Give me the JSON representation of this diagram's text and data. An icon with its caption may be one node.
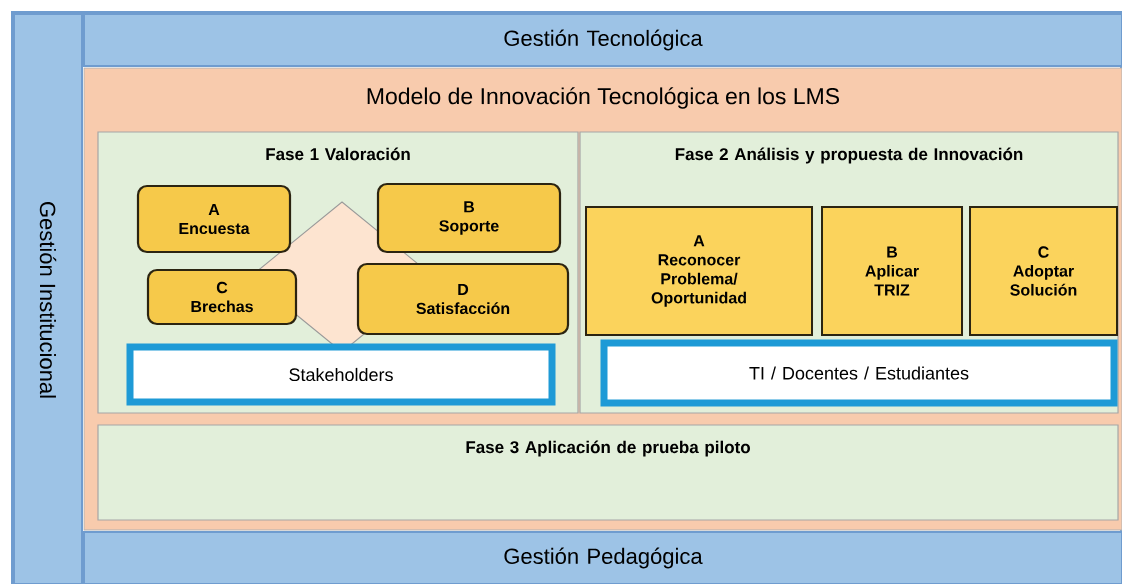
{
  "diagram": {
    "nodes": [
      {
        "text": [
          "Gestión Tecnológica"
        ]
      },
      {
        "text": [
          "Modelo de Innovación Tecnológica en los LMS"
        ]
      },
      {
        "text": [
          "Fase 1 Valoración"
        ],
        "in": 1
      },
      {
        "text": [
          "A",
          "Encuesta"
        ],
        "in": 2
      },
      {
        "text": [
          "B",
          "Soporte"
        ],
        "in": 2
      },
      {
        "text": [
          "C",
          "Brechas"
        ],
        "in": 2
      },
      {
        "text": [
          "D",
          "Satisfacción"
        ],
        "in": 2
      },
      {
        "text": [
          "Stakeholders"
        ],
        "in": 2
      },
      {
        "text": [
          "Fase 2  Análisis y propuesta de Innovación"
        ],
        "in": 1
      },
      {
        "text": [
          "A",
          "Reconocer Problema/ Oportunidad"
        ],
        "in": 8
      },
      {
        "text": [
          "B",
          "Aplicar TRIZ"
        ],
        "in": 8
      },
      {
        "text": [
          "C",
          "Adoptar Solución"
        ],
        "in": 8
      },
      {
        "text": [
          "TI  / Docentes   / Estudiantes"
        ],
        "in": 8
      },
      {
        "text": [
          "Fase 3 Aplicación de prueba piloto"
        ],
        "in": 1
      },
      {
        "text": [
          "Gestión Pedagógica"
        ]
      },
      {
        "text": [
          "Gestión Institucional"
        ]
      }
    ]
  }
}
